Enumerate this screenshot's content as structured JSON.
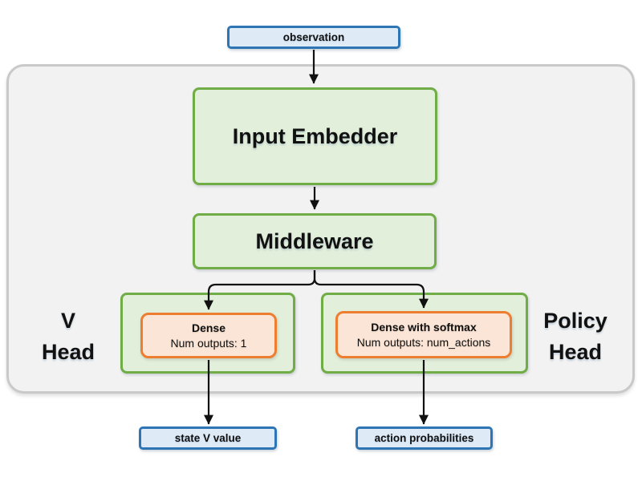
{
  "diagram": {
    "description": "Actor-critic network architecture: observation flows through an input embedder and middleware into a V head and a policy head"
  },
  "nodes": {
    "observation": "observation",
    "input_embedder": "Input Embedder",
    "middleware": "Middleware",
    "v_head_line1": "V",
    "v_head_line2": "Head",
    "policy_head_line1": "Policy",
    "policy_head_line2": "Head",
    "v_dense_title": "Dense",
    "v_dense_subtitle": "Num outputs: 1",
    "policy_dense_title": "Dense with softmax",
    "policy_dense_subtitle": "Num outputs: num_actions",
    "state_v_value": "state V value",
    "action_probabilities": "action probabilities"
  },
  "colors": {
    "panel_bg": "#F2F2F2",
    "panel_border": "#C9C9C9",
    "green_border": "#70AD47",
    "green_bg": "#E2EFDA",
    "orange_border": "#ED7D31",
    "orange_bg": "#FBE5D6",
    "blue_border": "#2E75B6",
    "blue_bg": "#DEEBF7",
    "arrow": "#111111"
  }
}
